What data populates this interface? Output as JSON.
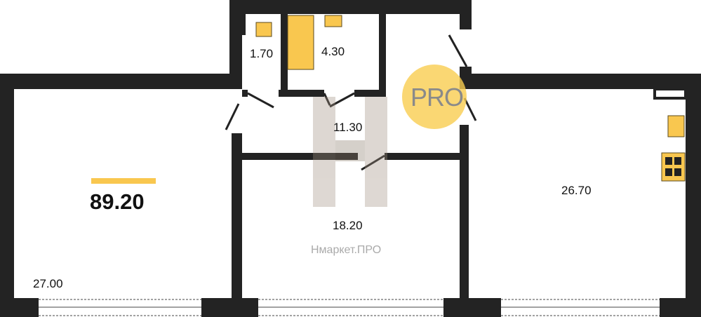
{
  "plan": {
    "total_area": "89.20",
    "rooms": [
      {
        "name": "room-left",
        "area": "27.00"
      },
      {
        "name": "toilet",
        "area": "1.70"
      },
      {
        "name": "bathroom",
        "area": "4.30"
      },
      {
        "name": "hallway",
        "area": "11.30"
      },
      {
        "name": "room-middle",
        "area": "18.20"
      },
      {
        "name": "kitchen-living",
        "area": "26.70"
      }
    ],
    "watermark": "Нмаркет.ПРО",
    "badge": "PRO",
    "colors": {
      "wall": "#222222",
      "fixture": "#f9c74f",
      "badge": "#f9cd50"
    }
  }
}
